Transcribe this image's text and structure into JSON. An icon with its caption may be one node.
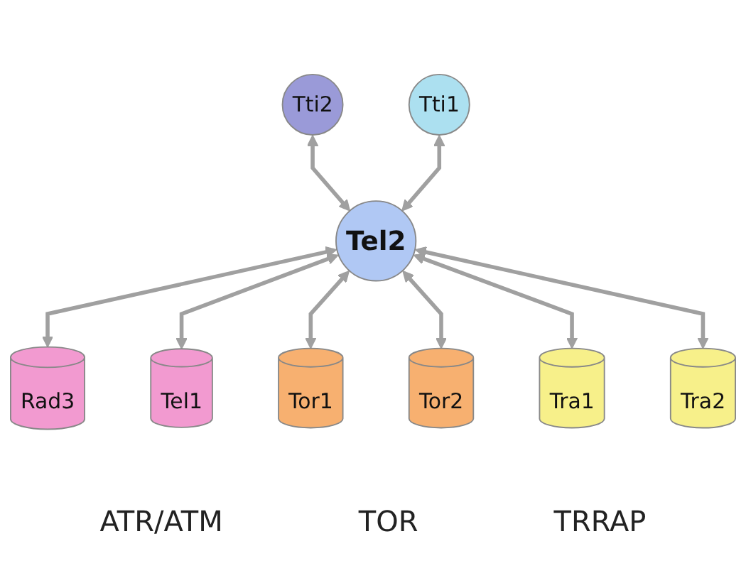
{
  "diagram": {
    "nodes": [
      {
        "text": [
          "Tti2"
        ]
      },
      {
        "text": [
          "Tti1"
        ]
      },
      {
        "text": [
          "Tel2"
        ]
      },
      {
        "text": [
          "Rad3"
        ]
      },
      {
        "text": [
          "Tel1"
        ]
      },
      {
        "text": [
          "Tor1"
        ]
      },
      {
        "text": [
          "Tor2"
        ]
      },
      {
        "text": [
          "Tra1"
        ]
      },
      {
        "text": [
          "Tra2"
        ]
      }
    ],
    "edges": [
      {
        "from": 0,
        "to": 2,
        "arrow": "both"
      },
      {
        "from": 1,
        "to": 2,
        "arrow": "both"
      },
      {
        "from": 2,
        "to": 3,
        "arrow": "both"
      },
      {
        "from": 2,
        "to": 4,
        "arrow": "both"
      },
      {
        "from": 2,
        "to": 5,
        "arrow": "both"
      },
      {
        "from": 2,
        "to": 6,
        "arrow": "both"
      },
      {
        "from": 2,
        "to": 7,
        "arrow": "both"
      },
      {
        "from": 2,
        "to": 8,
        "arrow": "both"
      }
    ],
    "labels": [
      "ATR/ATM",
      "TOR",
      "TRRAP"
    ]
  }
}
